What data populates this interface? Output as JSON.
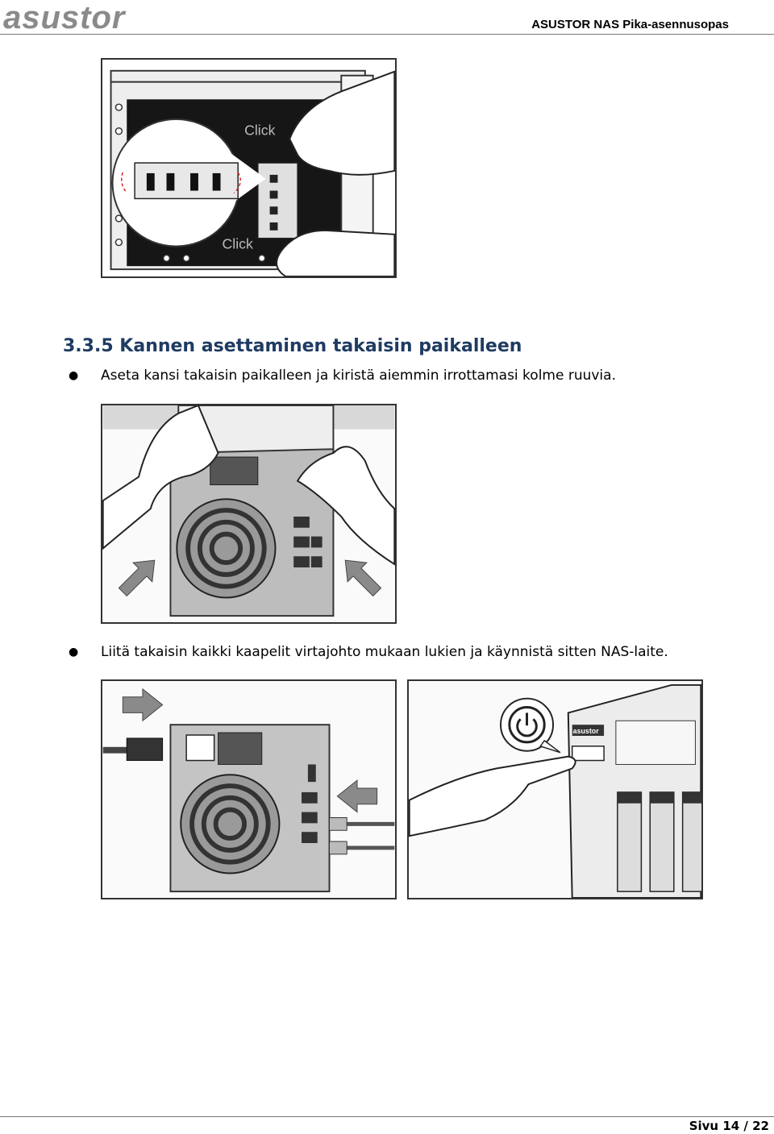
{
  "header": {
    "logo_text": "asustor",
    "doc_title": "ASUSTOR NAS Pika-asennusopas"
  },
  "figure1": {
    "click_top": "Click",
    "click_bottom": "Click"
  },
  "section": {
    "heading": "3.3.5 Kannen asettaminen takaisin paikalleen",
    "bullet1": "Aseta kansi takaisin paikalleen ja kiristä aiemmin irrottamasi kolme ruuvia.",
    "bullet2": "Liitä takaisin kaikki kaapelit virtajohto mukaan lukien ja käynnistä sitten NAS-laite."
  },
  "figure4": {
    "brand_label": "asustor"
  },
  "footer": {
    "page_label": "Sivu 14 / 22"
  }
}
